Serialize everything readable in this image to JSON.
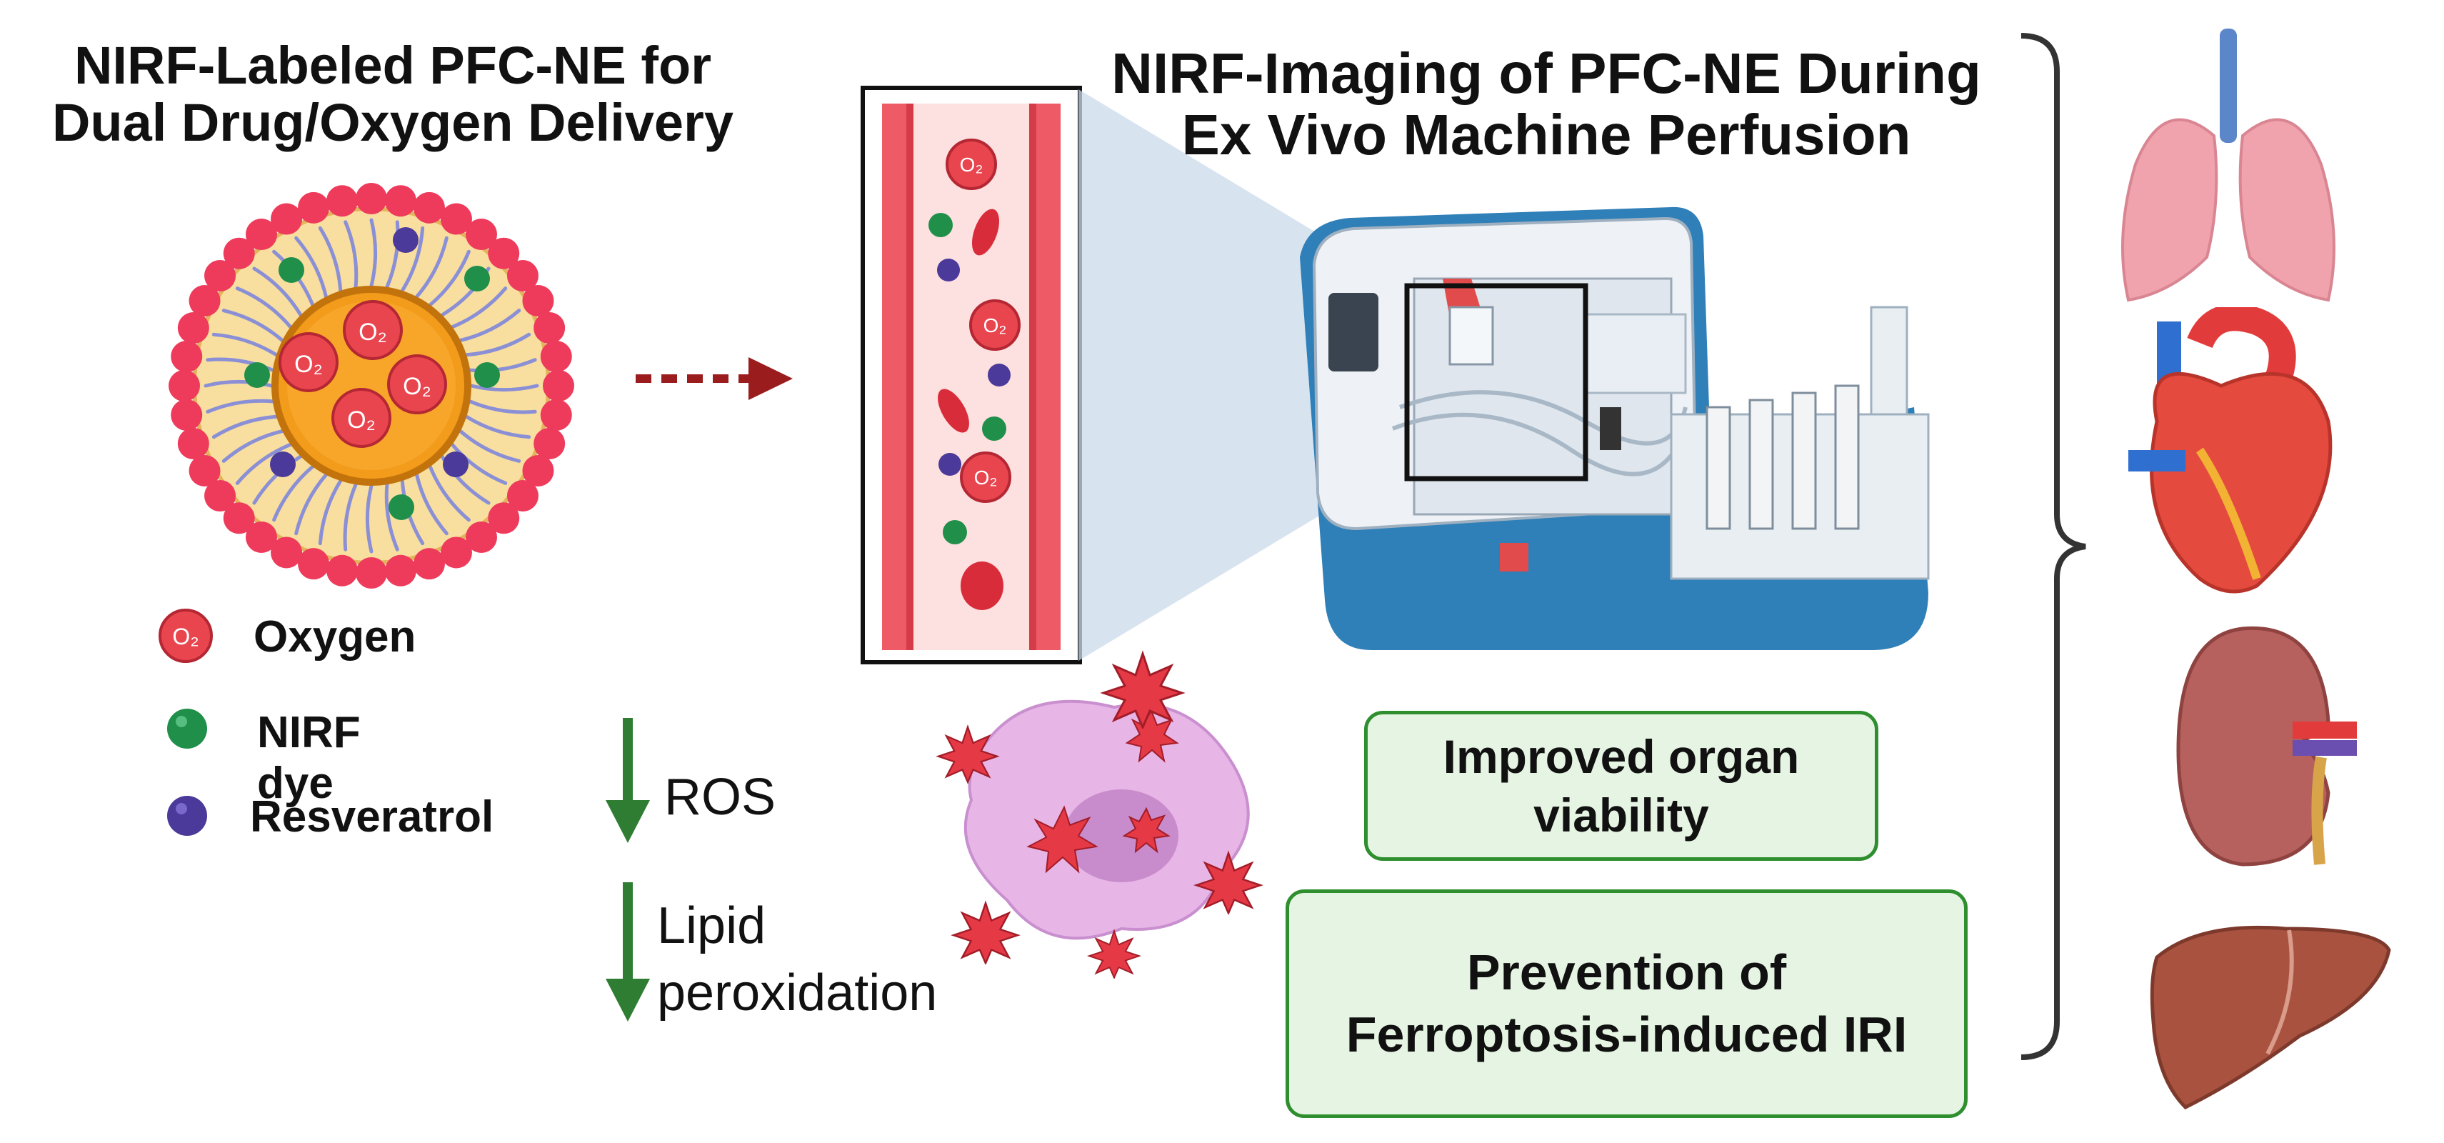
{
  "left_panel": {
    "title_line1": "NIRF-Labeled PFC-NE for",
    "title_line2": "Dual Drug/Oxygen Delivery",
    "legend": [
      {
        "label": "Oxygen",
        "color": "#e8454f"
      },
      {
        "label": "NIRF dye",
        "color": "#1f8f4a"
      },
      {
        "label": "Resveratrol",
        "color": "#4b3a9a"
      }
    ],
    "o2_label": "O₂"
  },
  "effects": {
    "ros": "ROS",
    "lipid_line1": "Lipid",
    "lipid_line2": "peroxidation"
  },
  "right_panel": {
    "title_line1": "NIRF-Imaging of PFC-NE During",
    "title_line2": "Ex Vivo Machine Perfusion"
  },
  "outcomes": {
    "box1_line1": "Improved organ",
    "box1_line2": "viability",
    "box2_line1": "Prevention of",
    "box2_line2": "Ferroptosis-induced IRI"
  },
  "organs": [
    "lungs-icon",
    "heart-icon",
    "kidney-icon",
    "liver-icon"
  ],
  "colors": {
    "arrow_dark_red": "#9b1c1c",
    "green_arrow": "#2e7d32",
    "outcome_border": "#2f8f2f",
    "outcome_fill": "#e6f5e3"
  }
}
